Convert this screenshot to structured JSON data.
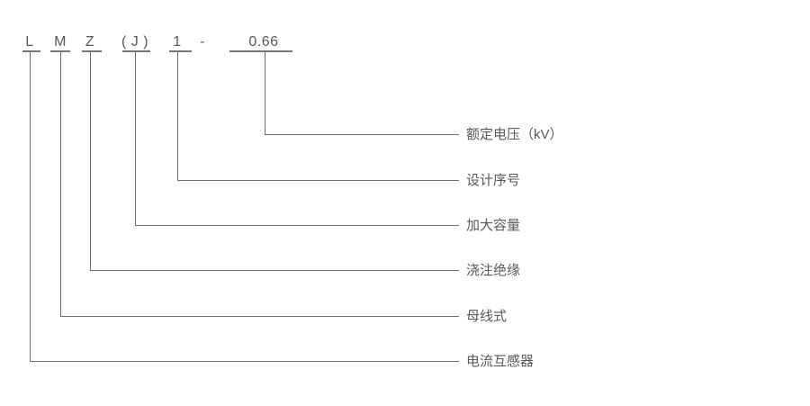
{
  "designation": {
    "segments": [
      {
        "text": "L",
        "label": "电流互感器"
      },
      {
        "text": "M",
        "label": "母线式"
      },
      {
        "text": "Z",
        "label": "浇注绝缘"
      },
      {
        "text": "( J )",
        "label": "加大容量"
      },
      {
        "text": "1",
        "label": "设计序号"
      },
      {
        "text": "-",
        "label": ""
      },
      {
        "text": "0.66",
        "label": "额定电压（kV）"
      }
    ]
  },
  "colors": {
    "text": "#59595b",
    "line": "#6d6e70",
    "background": "#ffffff"
  }
}
